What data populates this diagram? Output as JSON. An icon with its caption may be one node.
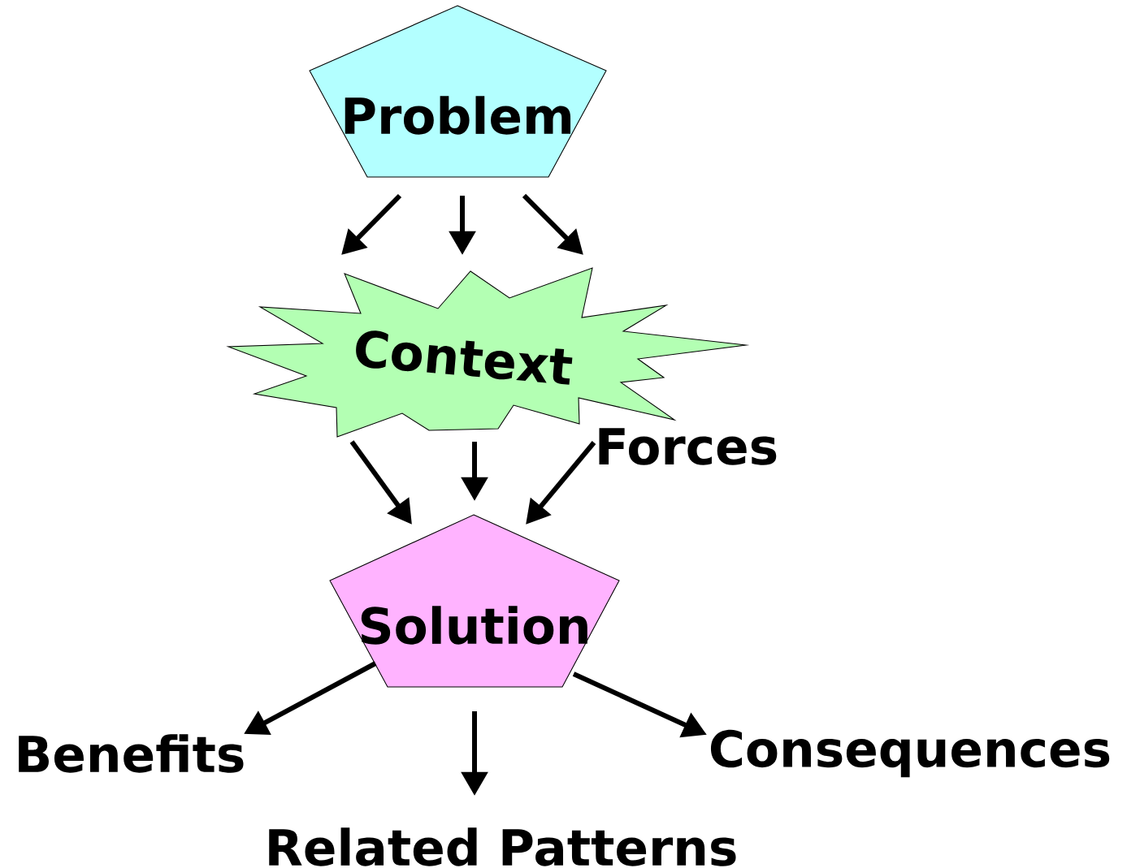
{
  "diagram": {
    "nodes": [
      {
        "text": [
          "Problem"
        ]
      },
      {
        "text": [
          "Context"
        ]
      },
      {
        "text": [
          "Forces"
        ]
      },
      {
        "text": [
          "Solution"
        ]
      },
      {
        "text": [
          "Benefits"
        ]
      },
      {
        "text": [
          "Related Patterns"
        ]
      },
      {
        "text": [
          "Consequences"
        ]
      }
    ],
    "edges": [
      {
        "from": 0,
        "to": 1,
        "arrow": "to"
      },
      {
        "from": 0,
        "to": 1,
        "arrow": "to"
      },
      {
        "from": 0,
        "to": 1,
        "arrow": "to"
      },
      {
        "from": 1,
        "to": 3,
        "arrow": "to"
      },
      {
        "from": 1,
        "to": 3,
        "arrow": "to"
      },
      {
        "from": 2,
        "to": 3,
        "arrow": "to"
      },
      {
        "from": 3,
        "to": 4,
        "arrow": "to"
      },
      {
        "from": 3,
        "to": 5,
        "arrow": "to"
      },
      {
        "from": 3,
        "to": 6,
        "arrow": "to"
      }
    ]
  }
}
